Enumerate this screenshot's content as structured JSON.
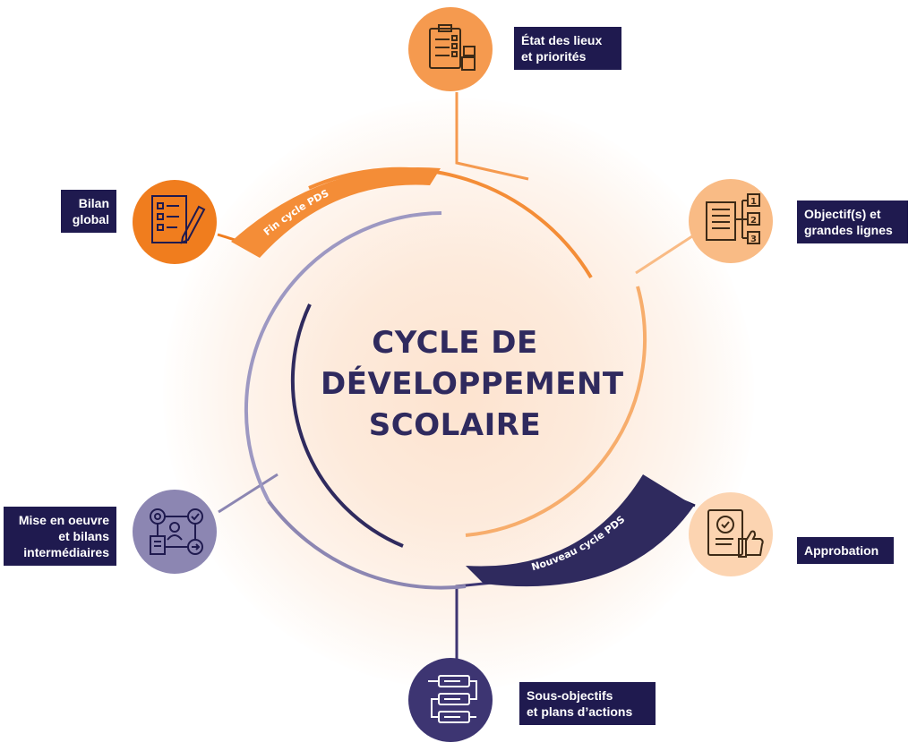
{
  "center": {
    "line1": "CYCLE DE",
    "line2": "DÉVELOPPEMENT",
    "line3": "SCOLAIRE"
  },
  "arcs": {
    "end_label": "Fin cycle PDS",
    "start_label": "Nouveau cycle PDS"
  },
  "steps": [
    {
      "line1": "État des lieux",
      "line2": "et priorités",
      "icon": "clipboard-checklist-icon",
      "color": "#f59a4f"
    },
    {
      "line1": "Objectif(s) et",
      "line2": "grandes lignes",
      "icon": "numbered-list-document-icon",
      "color": "#f9bb85"
    },
    {
      "line1": "Approbation",
      "line2": "",
      "icon": "approved-document-thumbs-up-icon",
      "color": "#fcd4b1"
    },
    {
      "line1": "Sous-objectifs",
      "line2": "et plans d’actions",
      "icon": "flow-blocks-icon",
      "color": "#3d3572"
    },
    {
      "line1": "Mise en oeuvre",
      "line2": "et bilans",
      "line3": "intermédiaires",
      "icon": "gear-person-workflow-icon",
      "color": "#8c86b2"
    },
    {
      "line1": "Bilan",
      "line2": "global",
      "icon": "checklist-pencil-icon",
      "color": "#f07d1e"
    }
  ]
}
